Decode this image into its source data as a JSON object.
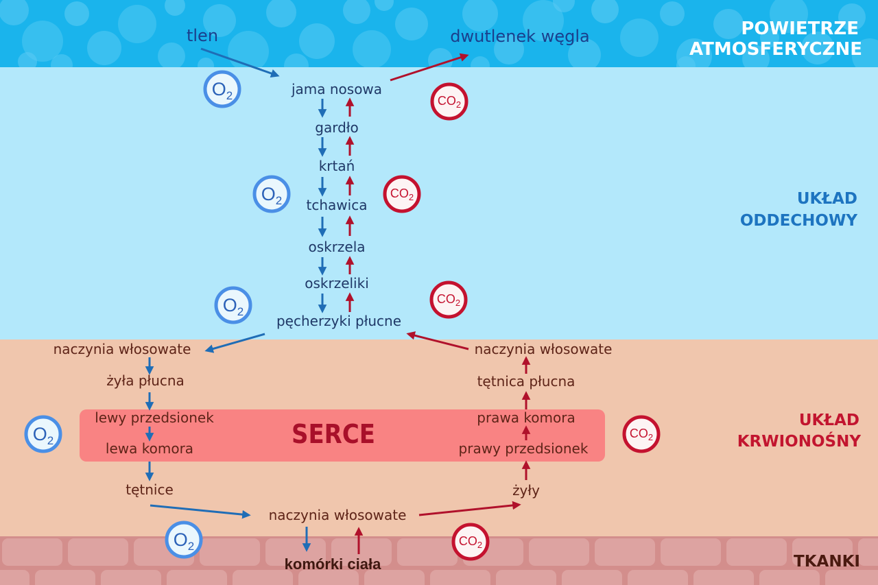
{
  "regions": {
    "atmosphere": {
      "line1": "POWIETRZE",
      "line2": "ATMOSFERYCZNE"
    },
    "respiratory_system": {
      "line1": "UKŁAD",
      "line2": "ODDECHOWY"
    },
    "circulatory_system": {
      "line1": "UKŁAD",
      "line2": "KRWIONOŚNY"
    },
    "tissues": {
      "label": "TKANKI"
    }
  },
  "gases": {
    "oxygen_label": "tlen",
    "carbon_dioxide_label": "dwutlenek węgla",
    "o2_symbol": "O",
    "o2_subscript": "2",
    "co2_symbol": "CO",
    "co2_subscript": "2"
  },
  "airway": [
    "jama nosowa",
    "gardło",
    "krtań",
    "tchawica",
    "oskrzela",
    "oskrzeliki",
    "pęcherzyki płucne"
  ],
  "circulation": {
    "pulmonary_capillaries_left": "naczynia włosowate",
    "pulmonary_vein": "żyła płucna",
    "left_atrium": "lewy przedsionek",
    "left_ventricle": "lewa komora",
    "arteries": "tętnice",
    "body_capillaries": "naczynia włosowate",
    "veins": "żyły",
    "right_atrium": "prawy przedsionek",
    "right_ventricle": "prawa komora",
    "pulmonary_artery": "tętnica płucna",
    "pulmonary_capillaries_right": "naczynia włosowate"
  },
  "heart": {
    "label": "SERCE"
  },
  "body_cells": {
    "label": "komórki ciała"
  },
  "colors": {
    "atmosphere": "#1ab4ec",
    "respiratory": "#b3e8fb",
    "circulatory": "#f0c6ad",
    "tissues": "#d38e8c",
    "heart": "#f98383",
    "oxygen": "#1f6db6",
    "carbon_dioxide": "#b0112b",
    "o2_ring": "#4a8fe6",
    "co2_ring": "#c4122f",
    "respiratory_label": "#1d74c0",
    "circulatory_label": "#c2152f",
    "tissues_label": "#4b1a10"
  }
}
